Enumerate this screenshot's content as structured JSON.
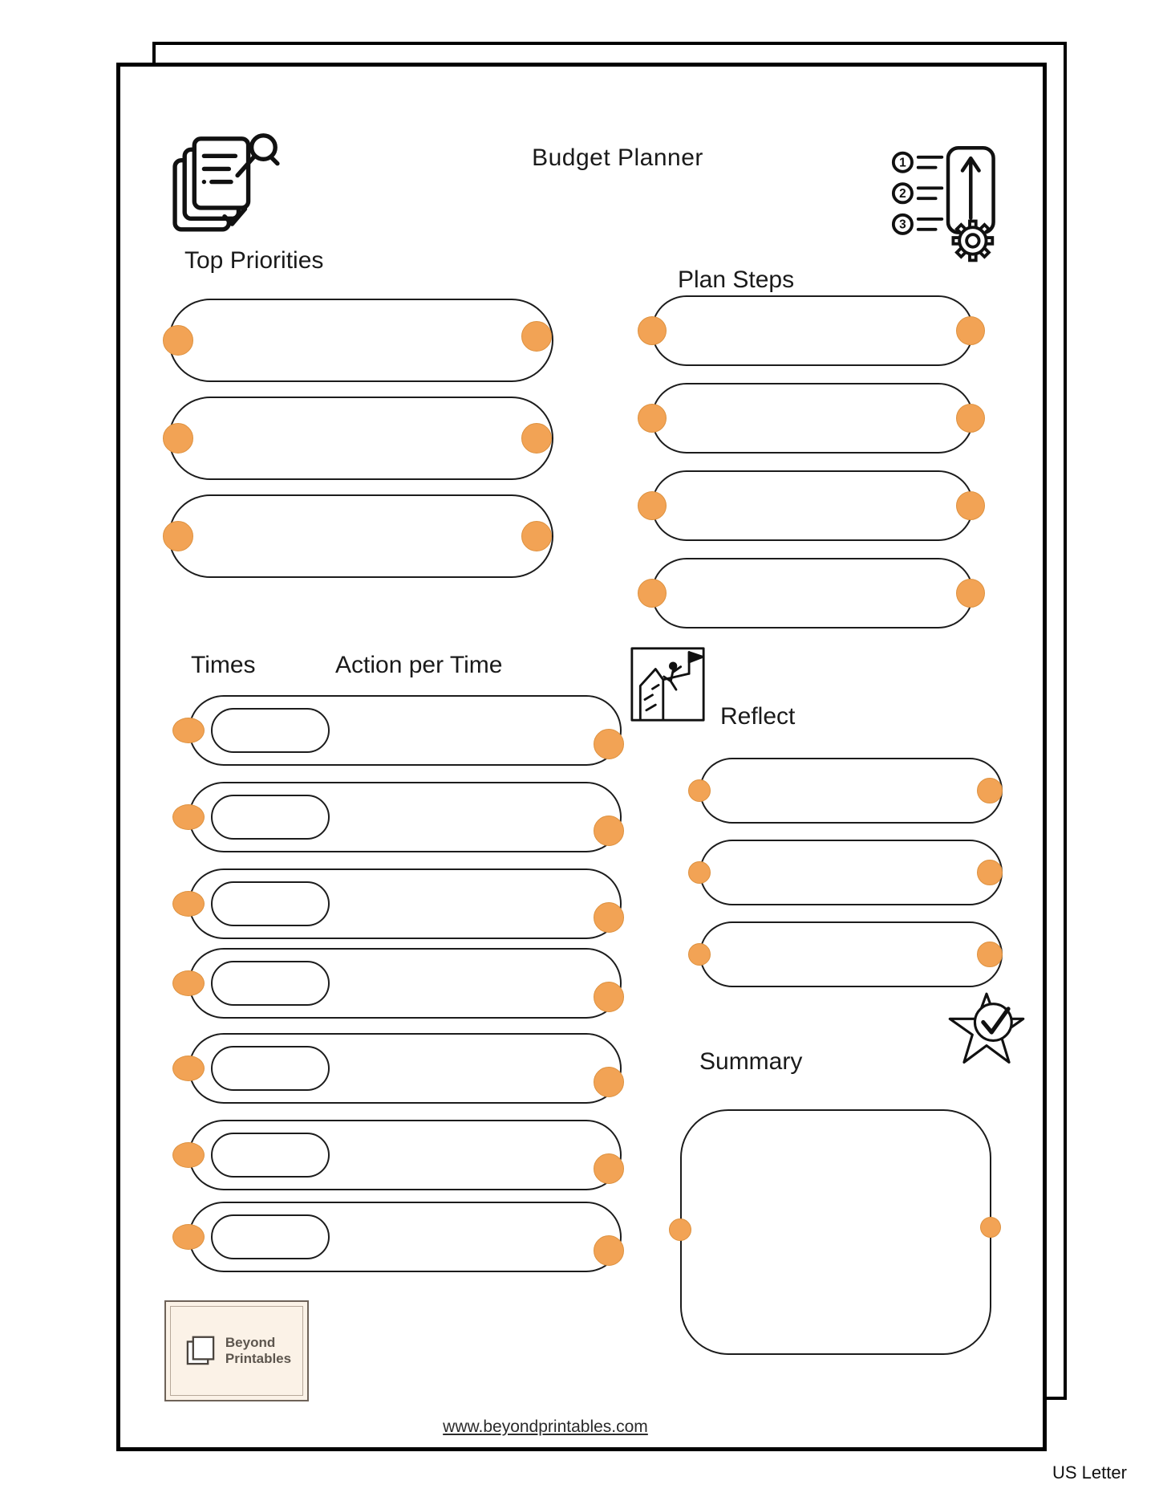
{
  "page": {
    "title": "Budget Planner",
    "size_label": "US Letter",
    "footer_link": "www.beyondprintables.com"
  },
  "sections": {
    "top_priorities": {
      "label": "Top Priorities",
      "rows": 3
    },
    "plan_steps": {
      "label": "Plan Steps",
      "rows": 4
    },
    "times": {
      "label": "Times",
      "rows": 7
    },
    "action_per_time": {
      "label": "Action per Time"
    },
    "reflect": {
      "label": "Reflect",
      "rows": 3
    },
    "summary": {
      "label": "Summary"
    }
  },
  "logo": {
    "line1": "Beyond",
    "line2": "Printables"
  },
  "icons": {
    "top_left": "notes-pushpin-icon",
    "top_right": "numbered-steps-gear-icon",
    "mid": "climber-goal-icon",
    "bottom_right": "star-check-icon",
    "logo": "overlapping-pages-icon"
  },
  "colors": {
    "accent_orange": "#F2A355",
    "ink": "#1a1a1a",
    "logo_bg": "#FBF2E7"
  }
}
